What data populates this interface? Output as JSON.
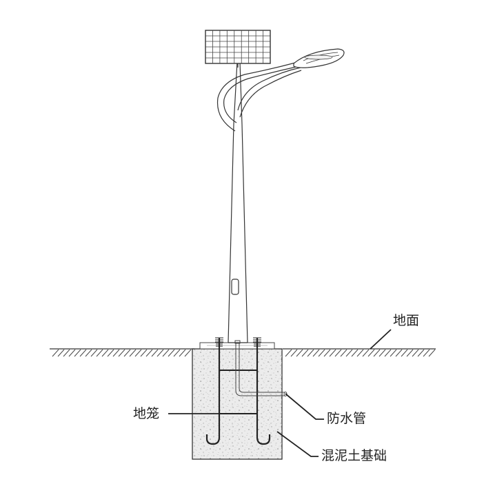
{
  "labels": {
    "ground": "地面",
    "cage": "地笼",
    "conduit": "防水管",
    "foundation": "混泥土基础"
  },
  "colors": {
    "line": "#222222",
    "concrete": "#e9e9e9",
    "speckle": "#9a9a9a"
  }
}
